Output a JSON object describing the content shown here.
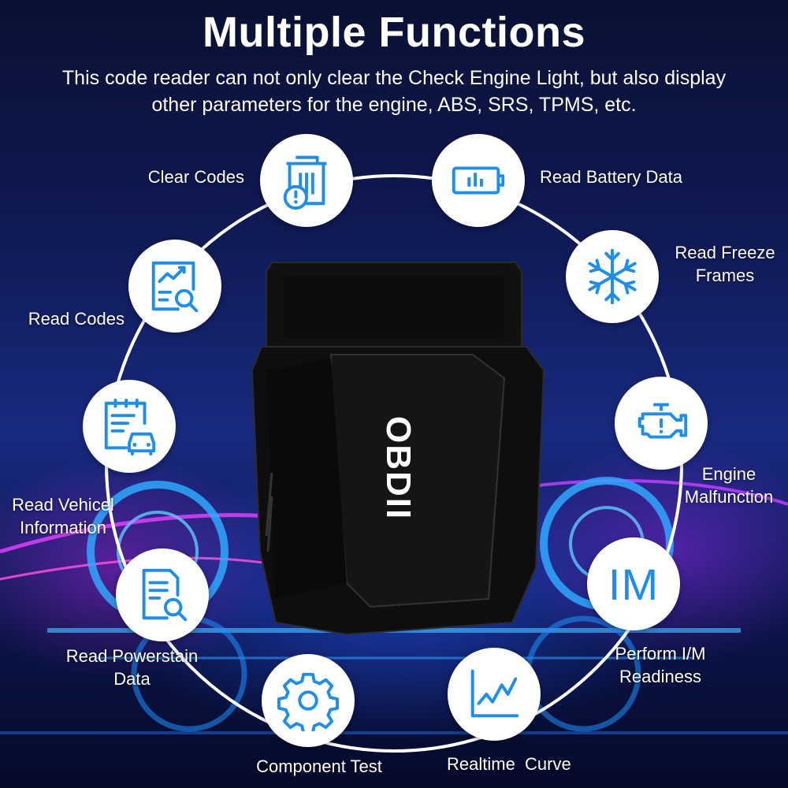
{
  "header": {
    "title": "Multiple Functions",
    "subtitle": "This code reader can not only clear the Check Engine Light, but also display other parameters for the engine, ABS, SRS, TPMS, etc."
  },
  "device": {
    "label": "OBDII"
  },
  "accent_color": "#1e8ee8",
  "features": [
    {
      "icon": "trash-alert-icon",
      "label": "Clear Codes"
    },
    {
      "icon": "battery-icon",
      "label": "Read Battery Data"
    },
    {
      "icon": "snowflake-icon",
      "label": "Read Freeze Frames"
    },
    {
      "icon": "engine-icon",
      "label": "Engine Malfunction"
    },
    {
      "icon": "im-text-icon",
      "label": "Perform I/M Readiness",
      "icon_text": "IM"
    },
    {
      "icon": "line-chart-icon",
      "label": "Realtime  Curve"
    },
    {
      "icon": "gear-icon",
      "label": "Component Test"
    },
    {
      "icon": "document-search-icon",
      "label": "Read Powerstain Data"
    },
    {
      "icon": "clipboard-car-icon",
      "label": "Read Vehicel Information"
    },
    {
      "icon": "report-search-icon",
      "label": "Read Codes"
    }
  ]
}
